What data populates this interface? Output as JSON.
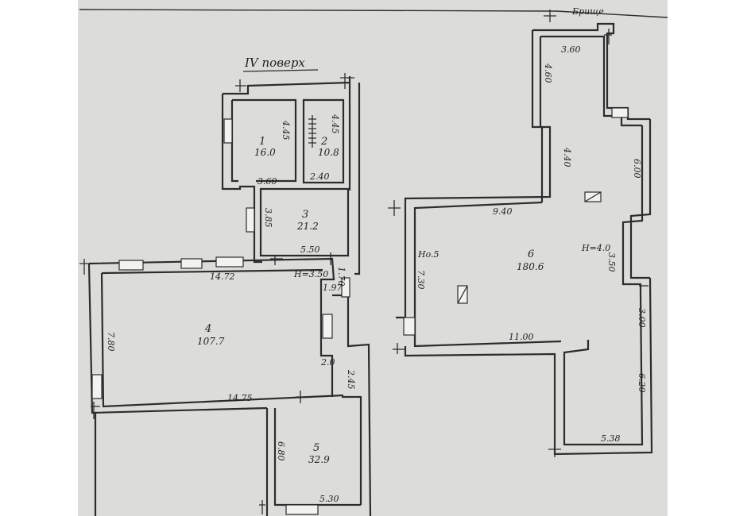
{
  "sheet": {
    "floor_title": "IV поверх",
    "corner_note": "Брище"
  },
  "rooms": [
    {
      "id": "1",
      "num": "1",
      "area": "16.0"
    },
    {
      "id": "2",
      "num": "2",
      "area": "10.8"
    },
    {
      "id": "3",
      "num": "3",
      "area": "21.2"
    },
    {
      "id": "4",
      "num": "4",
      "area": "107.7"
    },
    {
      "id": "5",
      "num": "5",
      "area": "32.9"
    },
    {
      "id": "6",
      "num": "6",
      "area": "180.6"
    }
  ],
  "dimensions": {
    "r1_width": "3.60",
    "r1_height": "4.45",
    "r2_height": "4.45",
    "r2_width": "2.40",
    "r3_height": "3.85",
    "r3_width": "5.50",
    "r4_top": "14.72",
    "r4_bottom": "14.75",
    "r4_height": "7.80",
    "r4_ceiling": "H=3.50",
    "r4_a": "1.70",
    "r4_b": "1.97",
    "r4_c": "2.0",
    "r4_d": "2.45",
    "r5_height": "6.80",
    "r5_width": "5.30",
    "r6_top": "3.60",
    "r6_topleft": "4.60",
    "r6_stair": "4.40",
    "r6_top2": "9.40",
    "r6_ceiling_left": "Нo.5",
    "r6_left": "7.30",
    "r6_ceiling_right": "H=4.0",
    "r6_right1": "6.00",
    "r6_right2": "3.50",
    "r6_right3": "3.00",
    "r6_right4": "6.20",
    "r6_bottom": "11.00",
    "r6_bottom2": "5.38"
  }
}
